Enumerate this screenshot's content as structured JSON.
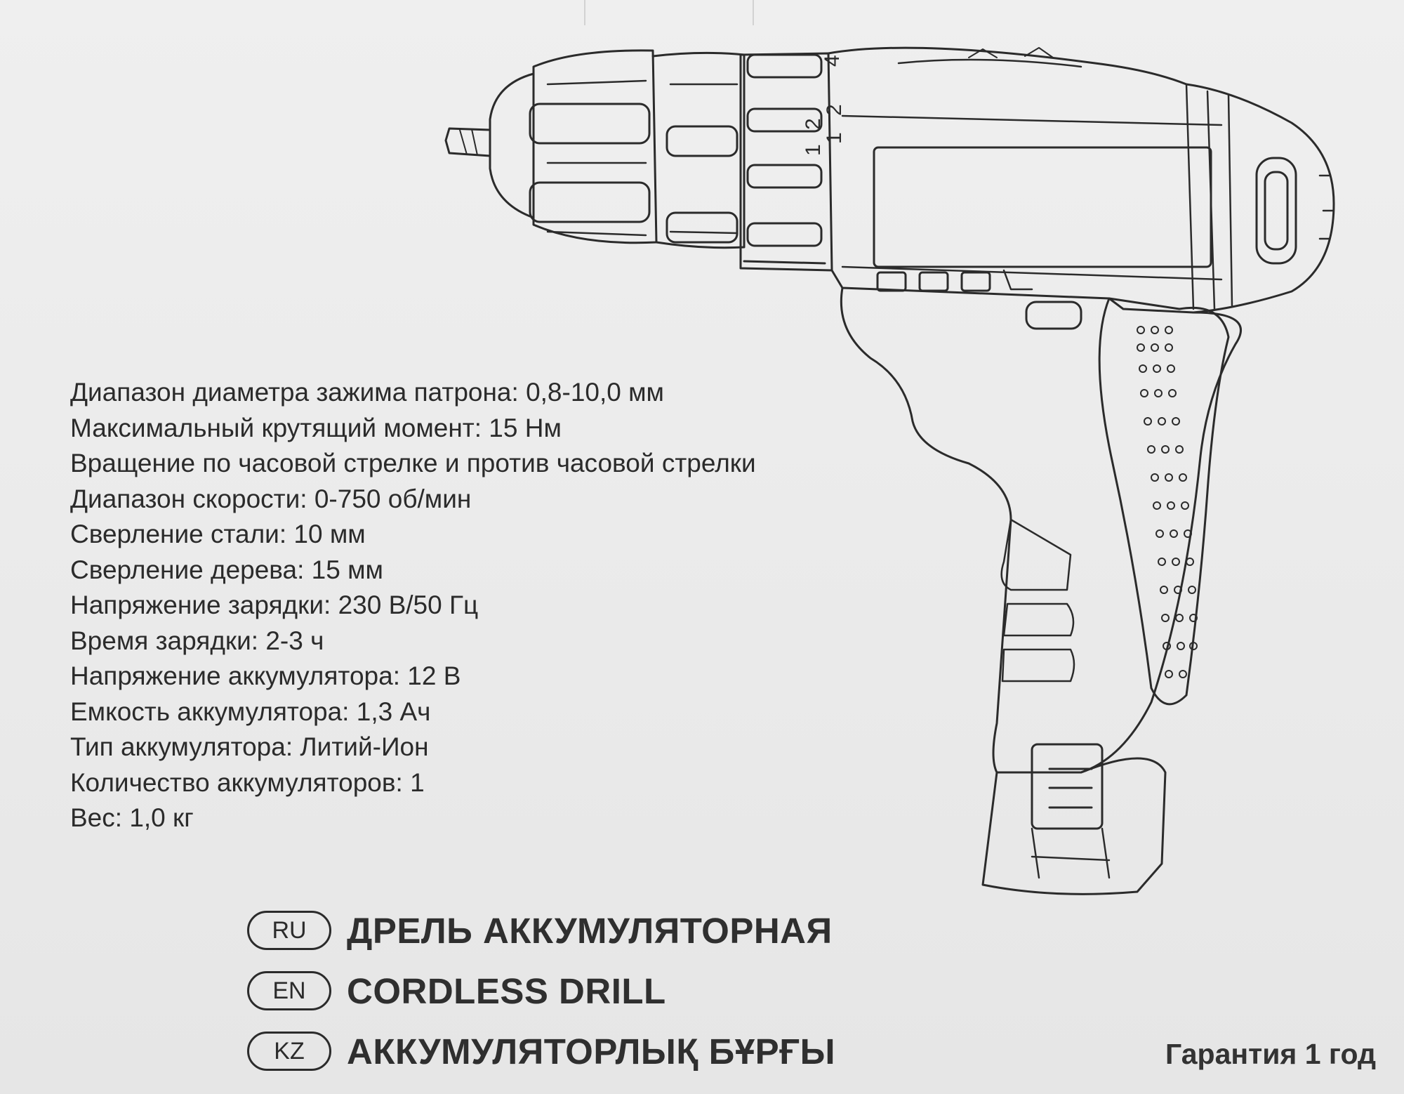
{
  "specs": [
    "Диапазон диаметра зажима патрона: 0,8-10,0 мм",
    "Максимальный крутящий момент: 15 Нм",
    "Вращение по часовой стрелке и против часовой стрелки",
    "Диапазон скорости: 0-750 об/мин",
    "Сверление стали: 10 мм",
    "Сверление дерева: 15 мм",
    "Напряжение зарядки: 230 В/50 Гц",
    "Время зарядки: 2-3 ч",
    "Напряжение аккумулятора: 12 В",
    "Емкость аккумулятора: 1,3 Ач",
    "Тип аккумулятора: Литий-Ион",
    "Количество аккумуляторов: 1",
    "Вес: 1,0 кг"
  ],
  "titles": [
    {
      "lang": "RU",
      "text": "ДРЕЛЬ АККУМУЛЯТОРНАЯ"
    },
    {
      "lang": "EN",
      "text": "CORDLESS DRILL"
    },
    {
      "lang": "KZ",
      "text": "АККУМУЛЯТОРЛЫҚ БҰРҒЫ"
    }
  ],
  "warranty": "Гарантия 1 год",
  "dial_numbers": [
    "1",
    "2",
    "4"
  ],
  "dial_numbers_inner": [
    "1",
    "2"
  ],
  "colors": {
    "background": "#ececec",
    "line": "#2b2b2b"
  }
}
